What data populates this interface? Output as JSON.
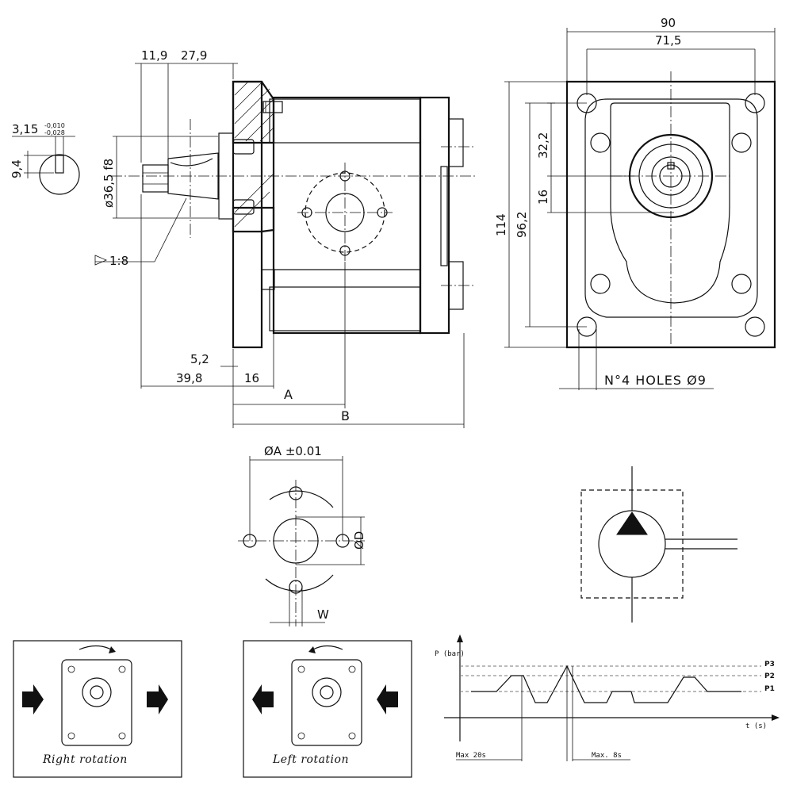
{
  "side_view": {
    "dims": {
      "d_11_9": "11,9",
      "d_27_9": "27,9",
      "d_3_15": "3,15",
      "tol_upper": "-0,010",
      "tol_lower": "-0,028",
      "d_9_4": "9,4",
      "d_shaft": "ø36,5 f8",
      "taper": "1:8",
      "d_5_2": "5,2",
      "d_39_8": "39,8",
      "d_16": "16",
      "label_a": "A",
      "label_b": "B"
    }
  },
  "front_view": {
    "dims": {
      "width_90": "90",
      "width_71_5": "71,5",
      "height_114": "114",
      "height_96_2": "96,2",
      "height_32_2": "32,2",
      "height_16": "16"
    },
    "holes_note": "N°4 HOLES Ø9"
  },
  "port_detail": {
    "dim_a": "ØA ±0.01",
    "dim_d": "ØD",
    "dim_w": "W"
  },
  "rotation": {
    "right_caption": "Right rotation",
    "left_caption": "Left rotation"
  },
  "pressure_chart": {
    "ylabel": "P (bar)",
    "xlabel": "t (s)",
    "levels": [
      "P3",
      "P2",
      "P1"
    ],
    "max_20s": "Max 20s",
    "max_8s": "Max. 8s"
  }
}
